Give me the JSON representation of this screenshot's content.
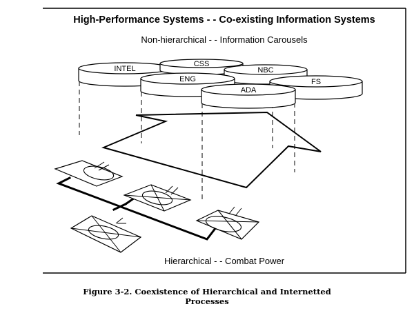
{
  "diagram": {
    "title": "High-Performance Systems - - Co-existing Information Systems",
    "subtitle": "Non-hierarchical - - Information Carousels",
    "bottom_label": "Hierarchical - - Combat Power",
    "carousels": [
      {
        "id": "intel",
        "label": "INTEL"
      },
      {
        "id": "css",
        "label": "CSS"
      },
      {
        "id": "nbc",
        "label": "NBC"
      },
      {
        "id": "eng",
        "label": "ENG"
      },
      {
        "id": "fs",
        "label": "FS"
      },
      {
        "id": "ada",
        "label": "ADA"
      }
    ],
    "units": [
      {
        "id": "unit-1",
        "crossed": false
      },
      {
        "id": "unit-2",
        "crossed": true
      },
      {
        "id": "unit-3",
        "crossed": true
      },
      {
        "id": "unit-4",
        "crossed": true
      }
    ]
  },
  "caption": {
    "line1": "Figure 3-2.  Coexistence of Hierarchical and Internetted",
    "line2": "Processes"
  }
}
